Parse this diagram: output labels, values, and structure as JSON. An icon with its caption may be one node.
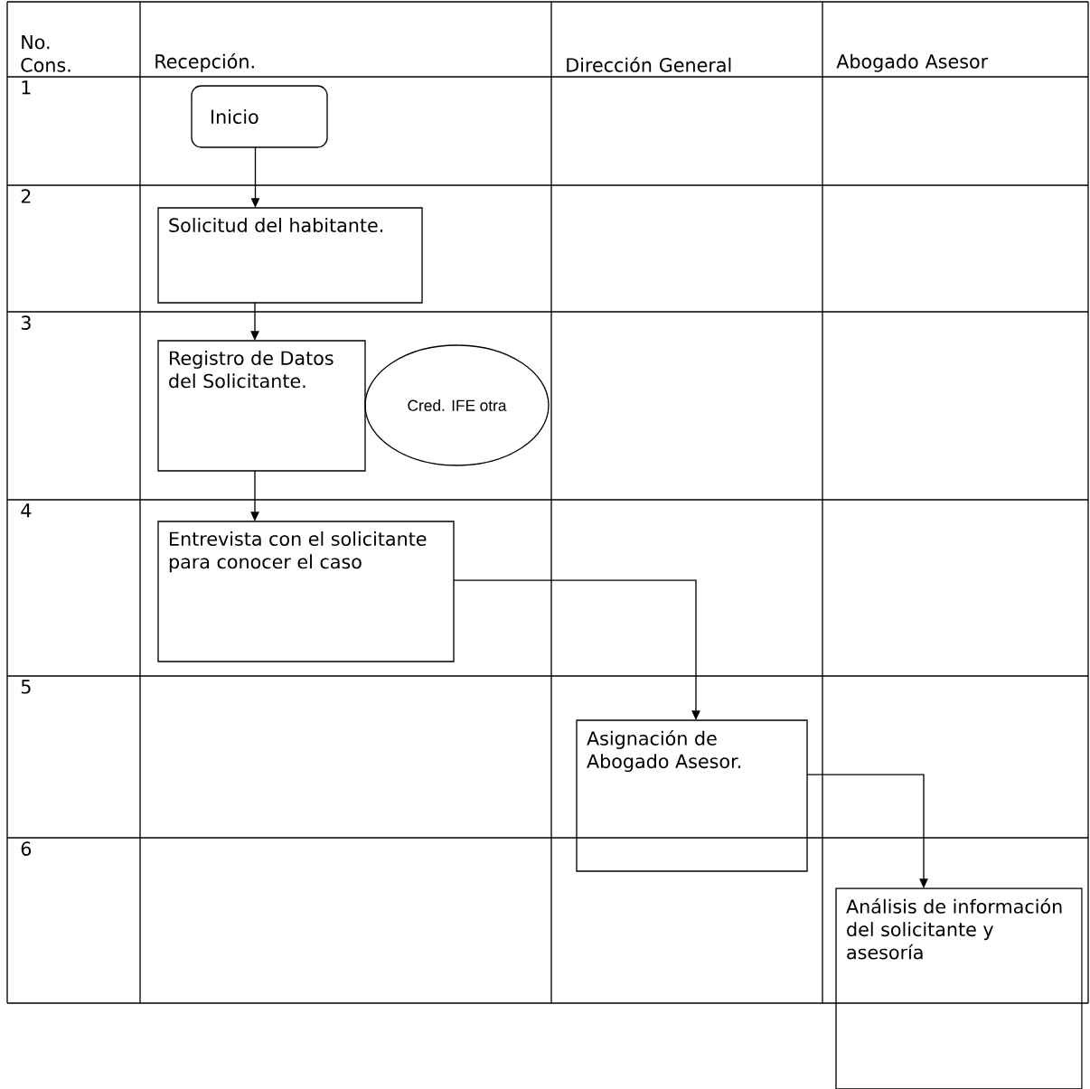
{
  "diagram": {
    "nodes": [
      {
        "text": [
          "Inicio"
        ]
      },
      {
        "text": [
          "Solicitud del habitante."
        ]
      },
      {
        "text": [
          "Registro de Datos del Solicitante."
        ]
      },
      {
        "text": [
          "Cred. IFE otra"
        ]
      },
      {
        "text": [
          "Entrevista con el solicitante para conocer el caso"
        ]
      },
      {
        "text": [
          "Asignación de Abogado Asesor."
        ]
      },
      {
        "text": [
          "Análisis de información del solicitante y asesoría"
        ]
      }
    ],
    "edges": [
      {
        "from": 0,
        "to": 1,
        "arrow": "to"
      },
      {
        "from": 1,
        "to": 2,
        "arrow": "to"
      },
      {
        "from": 2,
        "to": 4,
        "arrow": "to"
      },
      {
        "from": 4,
        "to": 5,
        "arrow": "to"
      },
      {
        "from": 5,
        "to": 6,
        "arrow": "to"
      }
    ],
    "labels": [
      "No. Cons.",
      "Recepción.",
      "Dirección General",
      "Abogado Asesor",
      "1",
      "2",
      "3",
      "4",
      "5",
      "6"
    ]
  }
}
